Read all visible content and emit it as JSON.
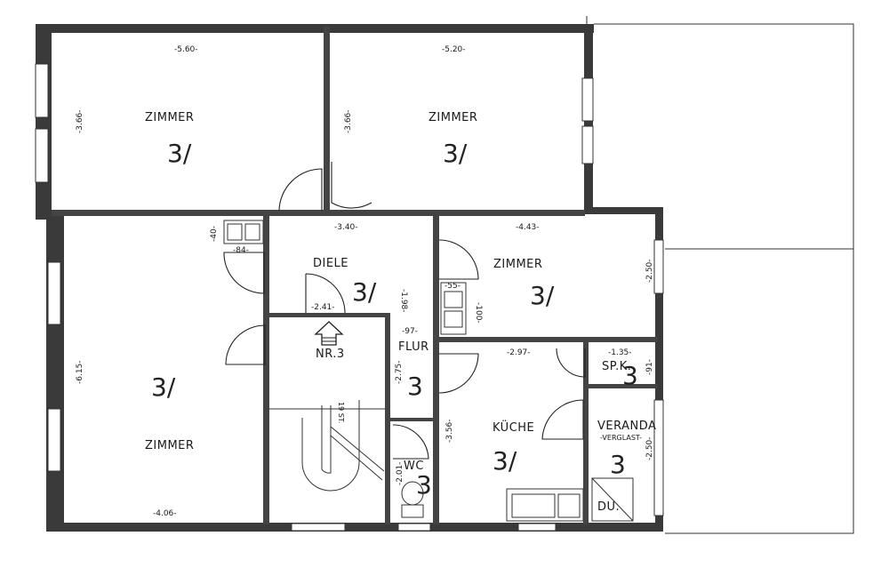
{
  "rooms": {
    "zimmer_nw": "ZIMMER",
    "zimmer_n": "ZIMMER",
    "zimmer_ne": "ZIMMER",
    "zimmer_w": "ZIMMER",
    "diele": "DIELE",
    "flur": "FLUR",
    "kueche": "KÜCHE",
    "speisekammer": "SP.K.",
    "veranda": "VERANDA",
    "veranda_sub": "-VERGLAST-",
    "wc": "WC",
    "dusche": "DU.",
    "apartment_no": "NR.3",
    "stairs": "19 ST."
  },
  "dimensions": {
    "zimmer_nw_width": "-5.60-",
    "zimmer_nw_depth": "-3.66-",
    "zimmer_n_width": "-5.20-",
    "zimmer_n_depth": "-3.66-",
    "diele_width": "-3.40-",
    "zimmer_ne_width": "-4.43-",
    "zimmer_ne_depth": "-2.50-",
    "niche_h": "-40-",
    "niche_w": "-84-",
    "stair_width": "-2.41-",
    "diele_depth": "-1.98-",
    "chimney_w": "-55-",
    "chimney_h": "-100-",
    "flur_w": "-97-",
    "flur_h": "-2.75-",
    "kueche_width": "-2.97-",
    "kueche_depth": "-3.56-",
    "spk_width": "-1.35-",
    "spk_depth": "-91-",
    "veranda_depth": "-2.50-",
    "zimmer_w_width": "-4.06-",
    "zimmer_w_depth": "-6.15-",
    "wc_depth": "-2.01-"
  },
  "marks": [
    "3/",
    "3/",
    "3/",
    "3/",
    "3/",
    "3",
    "3/",
    "3",
    "3",
    "3"
  ]
}
